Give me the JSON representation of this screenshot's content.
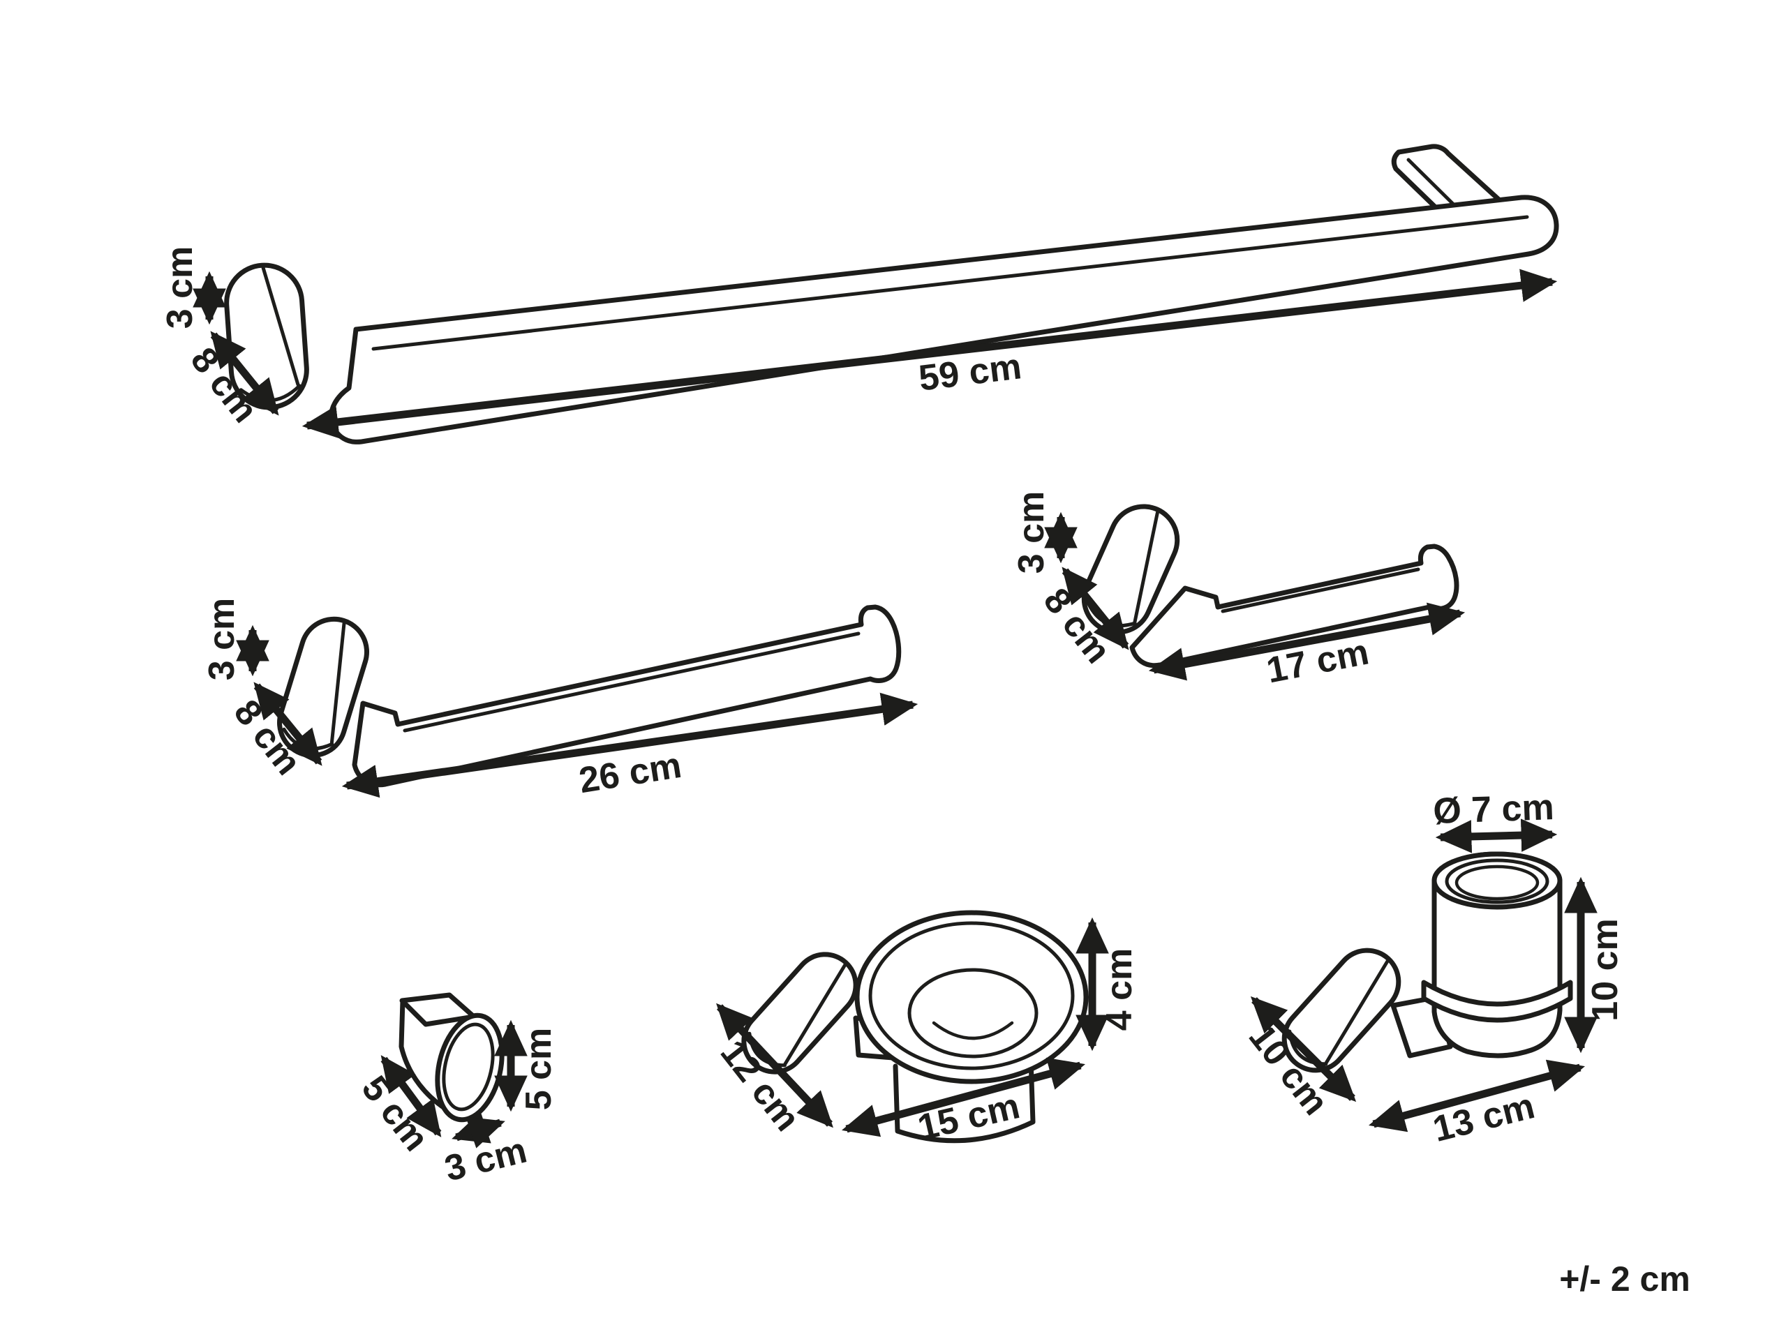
{
  "figure": {
    "type": "bathroom-accessories-dimension-diagram",
    "tolerance_note": "+/- 2 cm"
  },
  "colors": {
    "background": "#ffffff",
    "line": "#1d1d1b",
    "text": "#1d1d1b"
  },
  "items": [
    {
      "name": "towel-bar",
      "dimensions": {
        "height": "3 cm",
        "depth": "8 cm",
        "width": "59 cm"
      }
    },
    {
      "name": "towel-rail",
      "dimensions": {
        "height": "3 cm",
        "depth": "8 cm",
        "width": "26 cm"
      }
    },
    {
      "name": "toilet-roll-holder",
      "dimensions": {
        "height": "3 cm",
        "depth": "8 cm",
        "width": "17 cm"
      }
    },
    {
      "name": "wall-hook",
      "dimensions": {
        "depth": "5 cm",
        "width": "3 cm",
        "height": "5 cm"
      }
    },
    {
      "name": "soap-dish",
      "dimensions": {
        "depth": "12 cm",
        "width": "15 cm",
        "height": "4 cm"
      }
    },
    {
      "name": "tumbler-holder",
      "dimensions": {
        "diameter": "Ø 7 cm",
        "depth": "10 cm",
        "width": "13 cm",
        "height": "10 cm"
      }
    }
  ]
}
